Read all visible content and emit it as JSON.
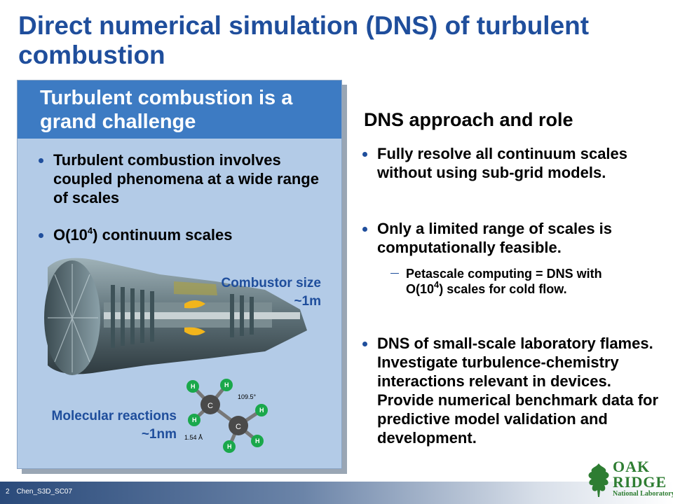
{
  "slide": {
    "title": "Direct numerical simulation (DNS) of turbulent combustion"
  },
  "left_panel": {
    "header": "Turbulent combustion is a grand challenge",
    "bullets": [
      "Turbulent combustion involves coupled phenomena at a wide range of scales"
    ],
    "bullet2_prefix": "O(10",
    "bullet2_sup": "4",
    "bullet2_suffix": ") continuum scales",
    "caption_combustor": "Combustor size ~1m",
    "caption_molecular": "Molecular reactions ~1nm",
    "molecule_angle": "109.5°",
    "molecule_bond": "1.54 Å",
    "atom_h": "H",
    "atom_c": "C"
  },
  "right_panel": {
    "heading": "DNS approach and role",
    "bullet1": "Fully resolve all continuum scales without using sub-grid models.",
    "bullet2": "Only a limited range of scales is computationally feasible.",
    "sub_prefix": "Petascale computing = DNS with O(10",
    "sub_sup": "4",
    "sub_suffix": ") scales for cold flow.",
    "bullet3": "DNS of small-scale laboratory flames. Investigate turbulence-chemistry interactions relevant in devices. Provide numerical benchmark data for predictive model validation and development."
  },
  "footer": {
    "page_number": "2",
    "label": "Chen_S3D_SC07"
  },
  "logo": {
    "line1": "OAK",
    "line2": "RIDGE",
    "sub": "National Laboratory"
  },
  "colors": {
    "title_blue": "#1f4e9c",
    "panel_bg": "#b3cbe7",
    "panel_header": "#3d7bc3",
    "logo_green": "#2e7d32"
  }
}
